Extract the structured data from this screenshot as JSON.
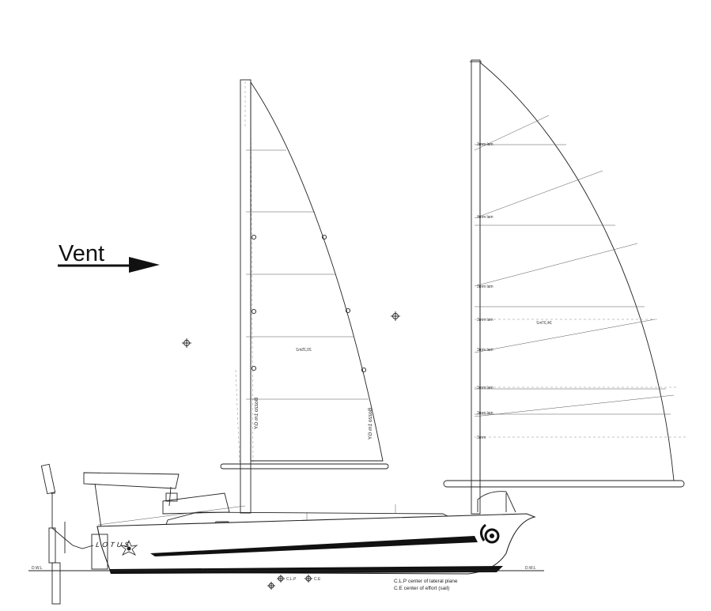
{
  "wind_label": "Vent",
  "boat_name": "LOTUS",
  "main_sail": {
    "area": "20,25m2",
    "luff_mark": "Bozzo 1m GY",
    "leech_mark": "Bozzo 1m GY"
  },
  "second_sail": {
    "area": "34,37m2",
    "batten_tags": [
      "3mm lam",
      "3mm lam",
      "3mm lam",
      "3mm lam",
      "3mm lam",
      "3mm lam",
      "3mm lam",
      "3mm"
    ]
  },
  "waterline_left": "D.W.L",
  "waterline_right": "D.W.L",
  "marker_clp": "C.L.P",
  "marker_ce": "C.E",
  "legend": {
    "line1": "C.L.P center of lateral plane",
    "line2": "C.E center of effort (sail)"
  }
}
